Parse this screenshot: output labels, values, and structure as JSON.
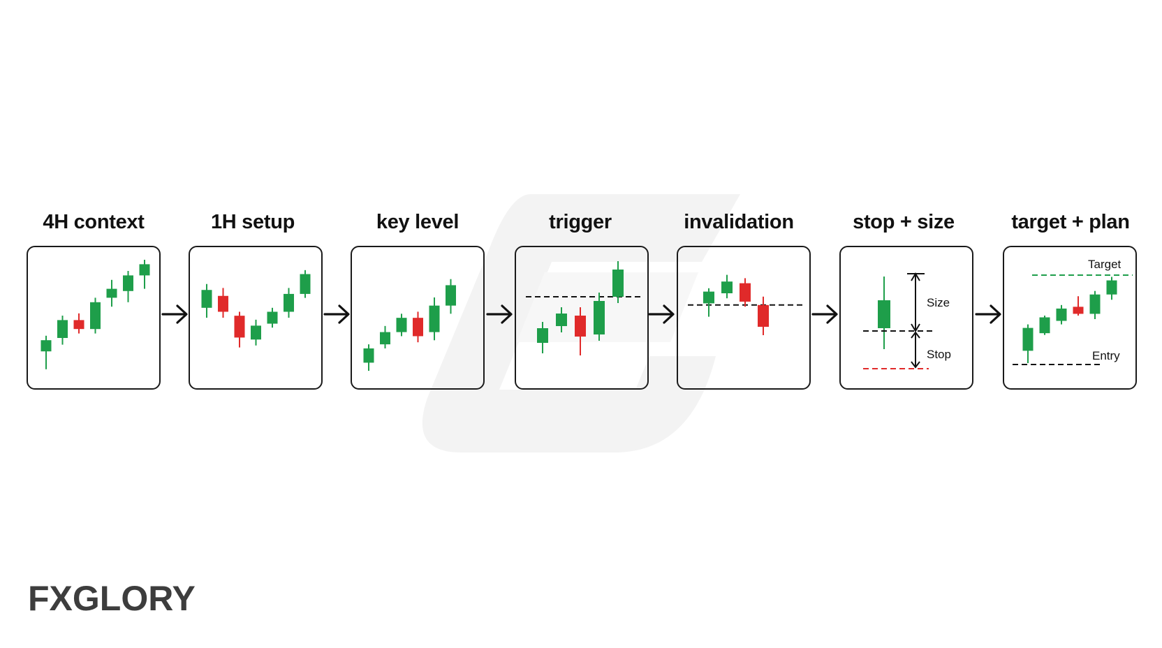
{
  "steps": [
    {
      "id": "context",
      "title": "4H context",
      "candles": [
        {
          "o": 18,
          "h": 32,
          "l": 2,
          "c": 28
        },
        {
          "o": 30,
          "h": 50,
          "l": 24,
          "c": 46
        },
        {
          "o": 46,
          "h": 52,
          "l": 34,
          "c": 38
        },
        {
          "o": 38,
          "h": 66,
          "l": 34,
          "c": 62
        },
        {
          "o": 66,
          "h": 82,
          "l": 58,
          "c": 74
        },
        {
          "o": 72,
          "h": 90,
          "l": 62,
          "c": 86
        },
        {
          "o": 86,
          "h": 100,
          "l": 74,
          "c": 96
        }
      ]
    },
    {
      "id": "setup",
      "title": "1H setup",
      "candles": [
        {
          "o": 60,
          "h": 84,
          "l": 50,
          "c": 78
        },
        {
          "o": 72,
          "h": 80,
          "l": 50,
          "c": 56
        },
        {
          "o": 52,
          "h": 56,
          "l": 20,
          "c": 30
        },
        {
          "o": 28,
          "h": 48,
          "l": 22,
          "c": 42
        },
        {
          "o": 44,
          "h": 60,
          "l": 40,
          "c": 56
        },
        {
          "o": 56,
          "h": 80,
          "l": 50,
          "c": 74
        },
        {
          "o": 74,
          "h": 98,
          "l": 70,
          "c": 94
        }
      ]
    },
    {
      "id": "key-level",
      "title": "key level",
      "candles": [
        {
          "o": 10,
          "h": 28,
          "l": 2,
          "c": 24
        },
        {
          "o": 28,
          "h": 46,
          "l": 24,
          "c": 40
        },
        {
          "o": 40,
          "h": 58,
          "l": 36,
          "c": 54
        },
        {
          "o": 54,
          "h": 60,
          "l": 30,
          "c": 36
        },
        {
          "o": 40,
          "h": 74,
          "l": 32,
          "c": 66
        },
        {
          "o": 66,
          "h": 92,
          "l": 58,
          "c": 86
        }
      ]
    },
    {
      "id": "trigger",
      "title": "trigger",
      "candles": [
        {
          "o": 22,
          "h": 42,
          "l": 12,
          "c": 36
        },
        {
          "o": 38,
          "h": 56,
          "l": 32,
          "c": 50
        },
        {
          "o": 48,
          "h": 56,
          "l": 10,
          "c": 28
        },
        {
          "o": 30,
          "h": 70,
          "l": 24,
          "c": 62
        },
        {
          "o": 66,
          "h": 100,
          "l": 60,
          "c": 92
        }
      ],
      "level": 66
    },
    {
      "id": "invalidation",
      "title": "invalidation",
      "candles": [
        {
          "o": 58,
          "h": 76,
          "l": 42,
          "c": 72
        },
        {
          "o": 70,
          "h": 92,
          "l": 64,
          "c": 84
        },
        {
          "o": 82,
          "h": 88,
          "l": 54,
          "c": 60
        },
        {
          "o": 56,
          "h": 66,
          "l": 20,
          "c": 30
        }
      ],
      "level": 56
    },
    {
      "id": "stop-size",
      "title": "stop + size",
      "labels": {
        "size": "Size",
        "stop": "Stop"
      }
    },
    {
      "id": "target-plan",
      "title": "target + plan",
      "labels": {
        "target": "Target",
        "entry": "Entry"
      },
      "candles": [
        {
          "o": 14,
          "h": 44,
          "l": 0,
          "c": 40
        },
        {
          "o": 34,
          "h": 54,
          "l": 32,
          "c": 52
        },
        {
          "o": 48,
          "h": 66,
          "l": 44,
          "c": 62
        },
        {
          "o": 64,
          "h": 76,
          "l": 54,
          "c": 56
        },
        {
          "o": 56,
          "h": 82,
          "l": 50,
          "c": 78
        },
        {
          "o": 78,
          "h": 98,
          "l": 72,
          "c": 94
        }
      ]
    }
  ],
  "logo": {
    "before": "FX",
    "accent": "",
    "after": "GLORY"
  },
  "colors": {
    "bull": "#1e9e4a",
    "bear": "#e02a2a",
    "ink": "#111111",
    "watermark": "#f2f2f2",
    "logo": "#3d3d3d",
    "logo_accent": "#e8792b"
  }
}
